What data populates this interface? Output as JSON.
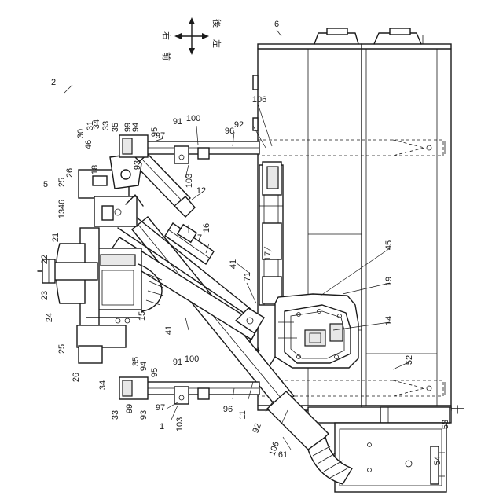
{
  "compass": {
    "rear": "後",
    "left": "左",
    "right": "右",
    "front": "前"
  },
  "labels": [
    "2",
    "6",
    "5",
    "1",
    "7",
    "12",
    "61",
    "91",
    "91",
    "100",
    "100",
    "106",
    "106",
    "92",
    "92",
    "96",
    "96",
    "97",
    "97",
    "94",
    "94",
    "93",
    "93",
    "95",
    "95",
    "99",
    "99",
    "35",
    "35",
    "33",
    "33",
    "34",
    "34",
    "31",
    "30",
    "46",
    "46",
    "18",
    "26",
    "26",
    "25",
    "25",
    "13",
    "21",
    "22",
    "23",
    "24",
    "15",
    "16",
    "17",
    "41",
    "41",
    "71",
    "45",
    "19",
    "14",
    "52",
    "53",
    "54",
    "103",
    "103",
    "11"
  ]
}
